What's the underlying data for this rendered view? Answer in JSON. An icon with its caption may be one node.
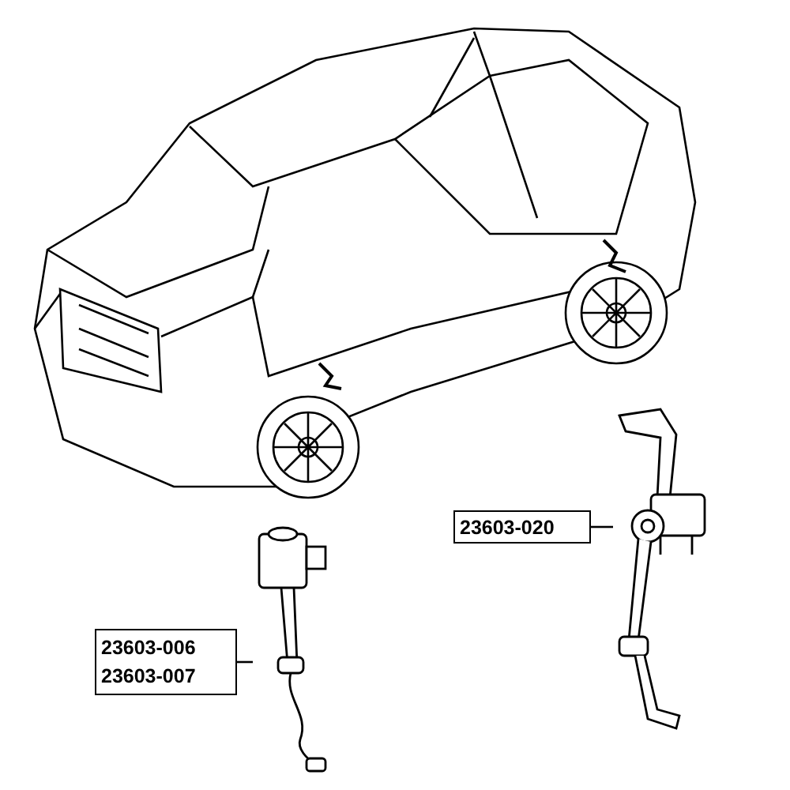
{
  "diagram": {
    "nodes": [
      {
        "text": [],
        "shape": "picture"
      },
      {
        "text": [],
        "shape": "picture"
      },
      {
        "text": [
          "23603-020"
        ]
      },
      {
        "text": [
          "23603-006",
          "23603-007"
        ]
      }
    ],
    "edges": [
      {
        "from": 2,
        "to": 1,
        "arrow": "none"
      },
      {
        "from": 3,
        "to": 0,
        "arrow": "none"
      }
    ]
  }
}
